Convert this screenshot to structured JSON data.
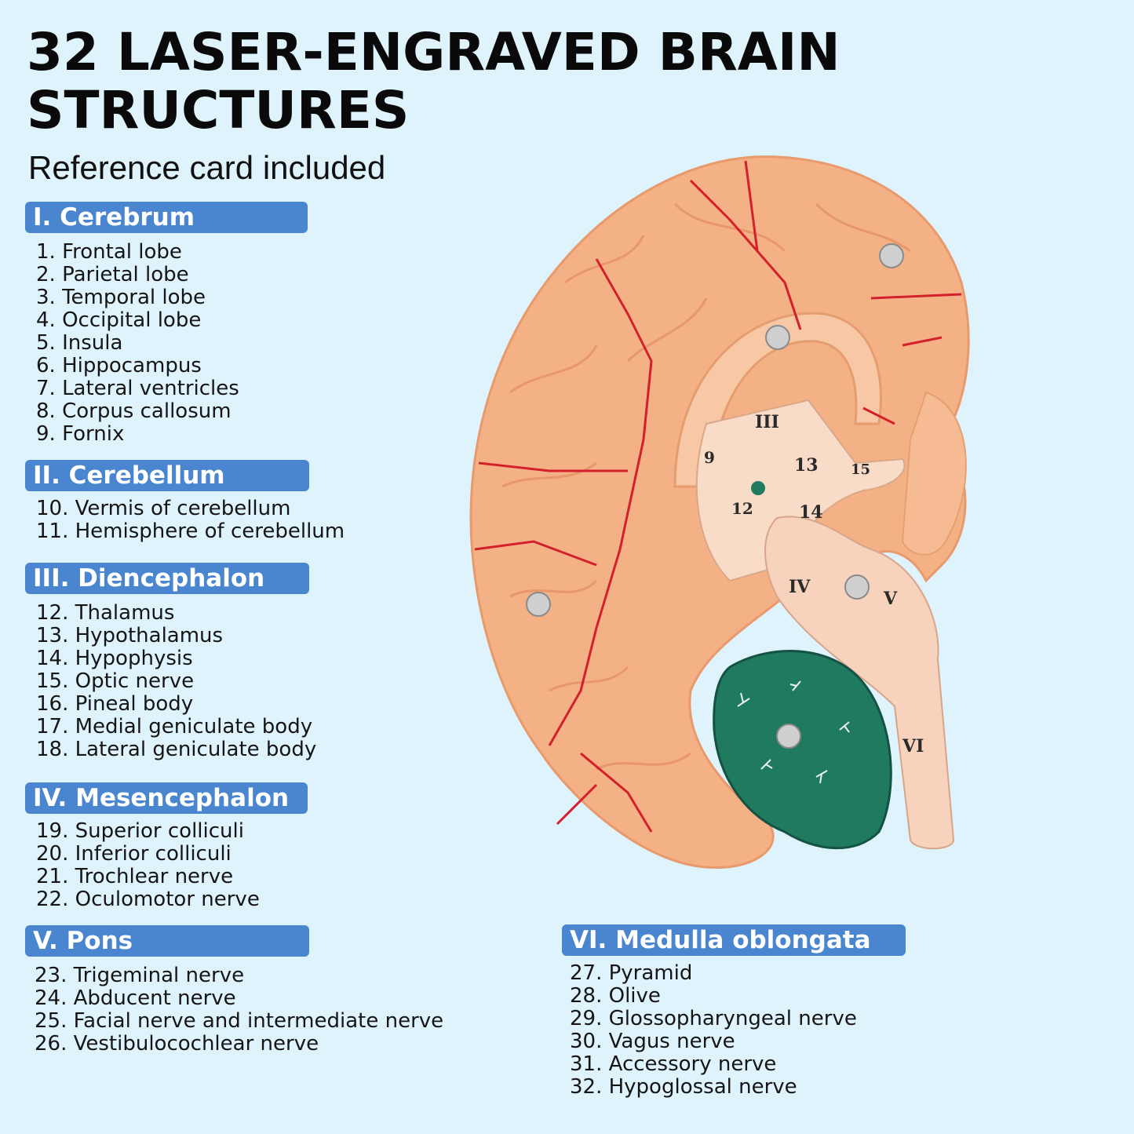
{
  "title": "32 LASER-ENGRAVED BRAIN STRUCTURES",
  "subtitle": "Reference card included",
  "sections": [
    {
      "header": "I. Cerebrum",
      "items": [
        "1. Frontal lobe",
        "2. Parietal lobe",
        "3. Temporal lobe",
        "4. Occipital lobe",
        "5. Insula",
        "6. Hippocampus",
        "7. Lateral ventricles",
        "8. Corpus callosum",
        "9. Fornix"
      ]
    },
    {
      "header": "II. Cerebellum",
      "items": [
        "10. Vermis of cerebellum",
        "11. Hemisphere of cerebellum"
      ]
    },
    {
      "header": "III. Diencephalon",
      "items": [
        "12. Thalamus",
        "13. Hypothalamus",
        "14. Hypophysis",
        "15. Optic nerve",
        "16. Pineal body",
        "17. Medial geniculate body",
        "18. Lateral geniculate body"
      ]
    },
    {
      "header": "IV. Mesencephalon",
      "items": [
        "19. Superior colliculi",
        "20. Inferior colliculi",
        "21. Trochlear nerve",
        "22. Oculomotor nerve"
      ]
    },
    {
      "header": "V. Pons",
      "items": [
        "23. Trigeminal nerve",
        "24. Abducent nerve",
        "25. Facial nerve and intermediate nerve",
        "26. Vestibulocochlear nerve"
      ]
    },
    {
      "header": "VI. Medulla oblongata",
      "items": [
        "27. Pyramid",
        "28. Olive",
        "29. Glossopharyngeal nerve",
        "30. Vagus nerve",
        "31. Accessory nerve",
        "32. Hypoglossal nerve"
      ]
    }
  ],
  "model_labels": {
    "l3": "III",
    "l9": "9",
    "l12": "12",
    "l13": "13",
    "l14": "14",
    "l15": "15",
    "l4": "IV",
    "l5": "V",
    "l6": "VI"
  },
  "colors": {
    "header_bg": "#4a86cf",
    "background": "#dff3fd",
    "brain_tissue": "#f6b48a",
    "vessels": "#d3202a",
    "cerebellum": "#1f7a60"
  }
}
